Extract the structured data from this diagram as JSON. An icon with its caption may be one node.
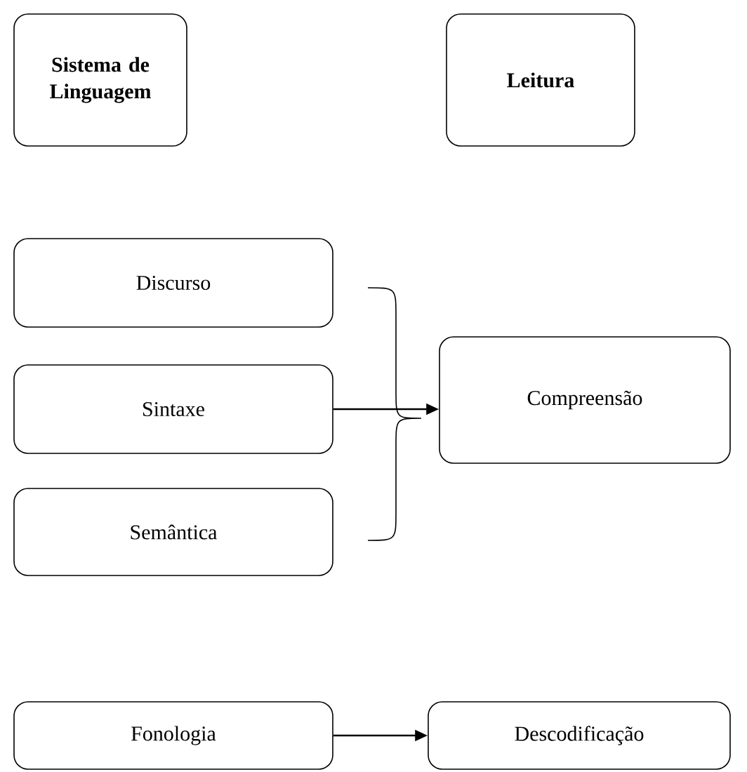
{
  "diagram": {
    "nodes": [
      {
        "text": [
          "Sistema de Linguagem"
        ]
      },
      {
        "text": [
          "Leitura"
        ]
      },
      {
        "text": [
          "Discurso"
        ]
      },
      {
        "text": [
          "Sintaxe"
        ]
      },
      {
        "text": [
          "Semântica"
        ]
      },
      {
        "text": [
          "Compreensão"
        ]
      },
      {
        "text": [
          "Fonologia"
        ]
      },
      {
        "text": [
          "Descodificação"
        ]
      }
    ],
    "edges": [
      {
        "from": 3,
        "to": 5,
        "arrow": "to"
      },
      {
        "from": 6,
        "to": 7,
        "arrow": "to"
      }
    ]
  }
}
